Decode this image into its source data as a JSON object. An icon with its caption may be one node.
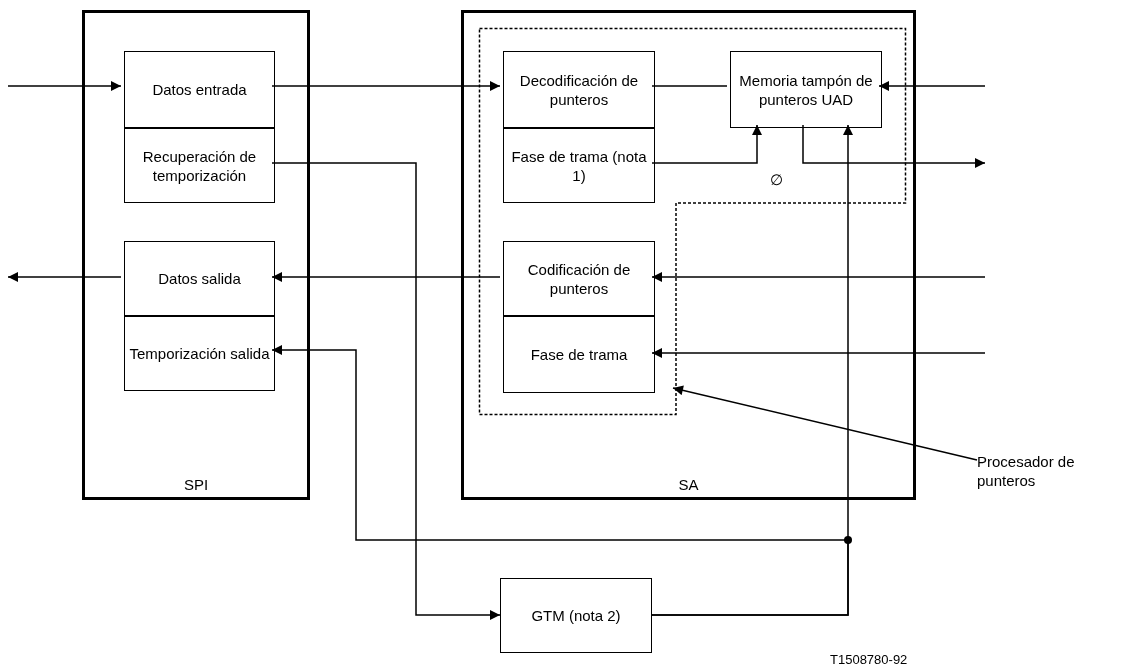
{
  "diagram": {
    "nodes": [
      {
        "text": [
          "SPI"
        ]
      },
      {
        "text": [
          "Datos entrada"
        ],
        "in": 0
      },
      {
        "text": [
          "Recuperación de temporización"
        ],
        "in": 0
      },
      {
        "text": [
          "Datos salida"
        ],
        "in": 0
      },
      {
        "text": [
          "Temporización salida"
        ],
        "in": 0
      },
      {
        "text": [
          "SA"
        ]
      },
      {
        "text": [],
        "shape": "box",
        "in": 5
      },
      {
        "text": [
          "Decodificación de punteros"
        ],
        "in": 6
      },
      {
        "text": [
          "Fase de trama (nota 1)"
        ],
        "in": 6
      },
      {
        "text": [
          "Memoria tampón de punteros UAD"
        ],
        "in": 6
      },
      {
        "text": [
          "Codificación de punteros"
        ],
        "in": 6
      },
      {
        "text": [
          "Fase de trama"
        ],
        "in": 6
      },
      {
        "text": [
          "GTM (nota 2)"
        ]
      },
      {
        "text": [
          "Procesador de punteros"
        ]
      }
    ],
    "edges": [
      {
        "from": null,
        "to": 1,
        "arrow": "to"
      },
      {
        "from": 1,
        "to": 7,
        "arrow": "to"
      },
      {
        "from": 7,
        "to": 9,
        "arrow": "none"
      },
      {
        "from": 8,
        "to": 9,
        "arrow": "to"
      },
      {
        "from": null,
        "to": 9,
        "arrow": "to"
      },
      {
        "from": 9,
        "to": null,
        "arrow": "to"
      },
      {
        "from": null,
        "to": 10,
        "arrow": "to"
      },
      {
        "from": 10,
        "to": 3,
        "arrow": "to"
      },
      {
        "from": 3,
        "to": null,
        "arrow": "to"
      },
      {
        "from": null,
        "to": 11,
        "arrow": "to"
      },
      {
        "from": 2,
        "to": 12,
        "arrow": "to"
      },
      {
        "from": 12,
        "to": 9,
        "arrow": "to"
      },
      {
        "from": 12,
        "to": 4,
        "arrow": "to"
      },
      {
        "from": 13,
        "to": 6,
        "arrow": "to"
      }
    ],
    "labels": [
      "∅",
      "T1508780-92"
    ]
  }
}
